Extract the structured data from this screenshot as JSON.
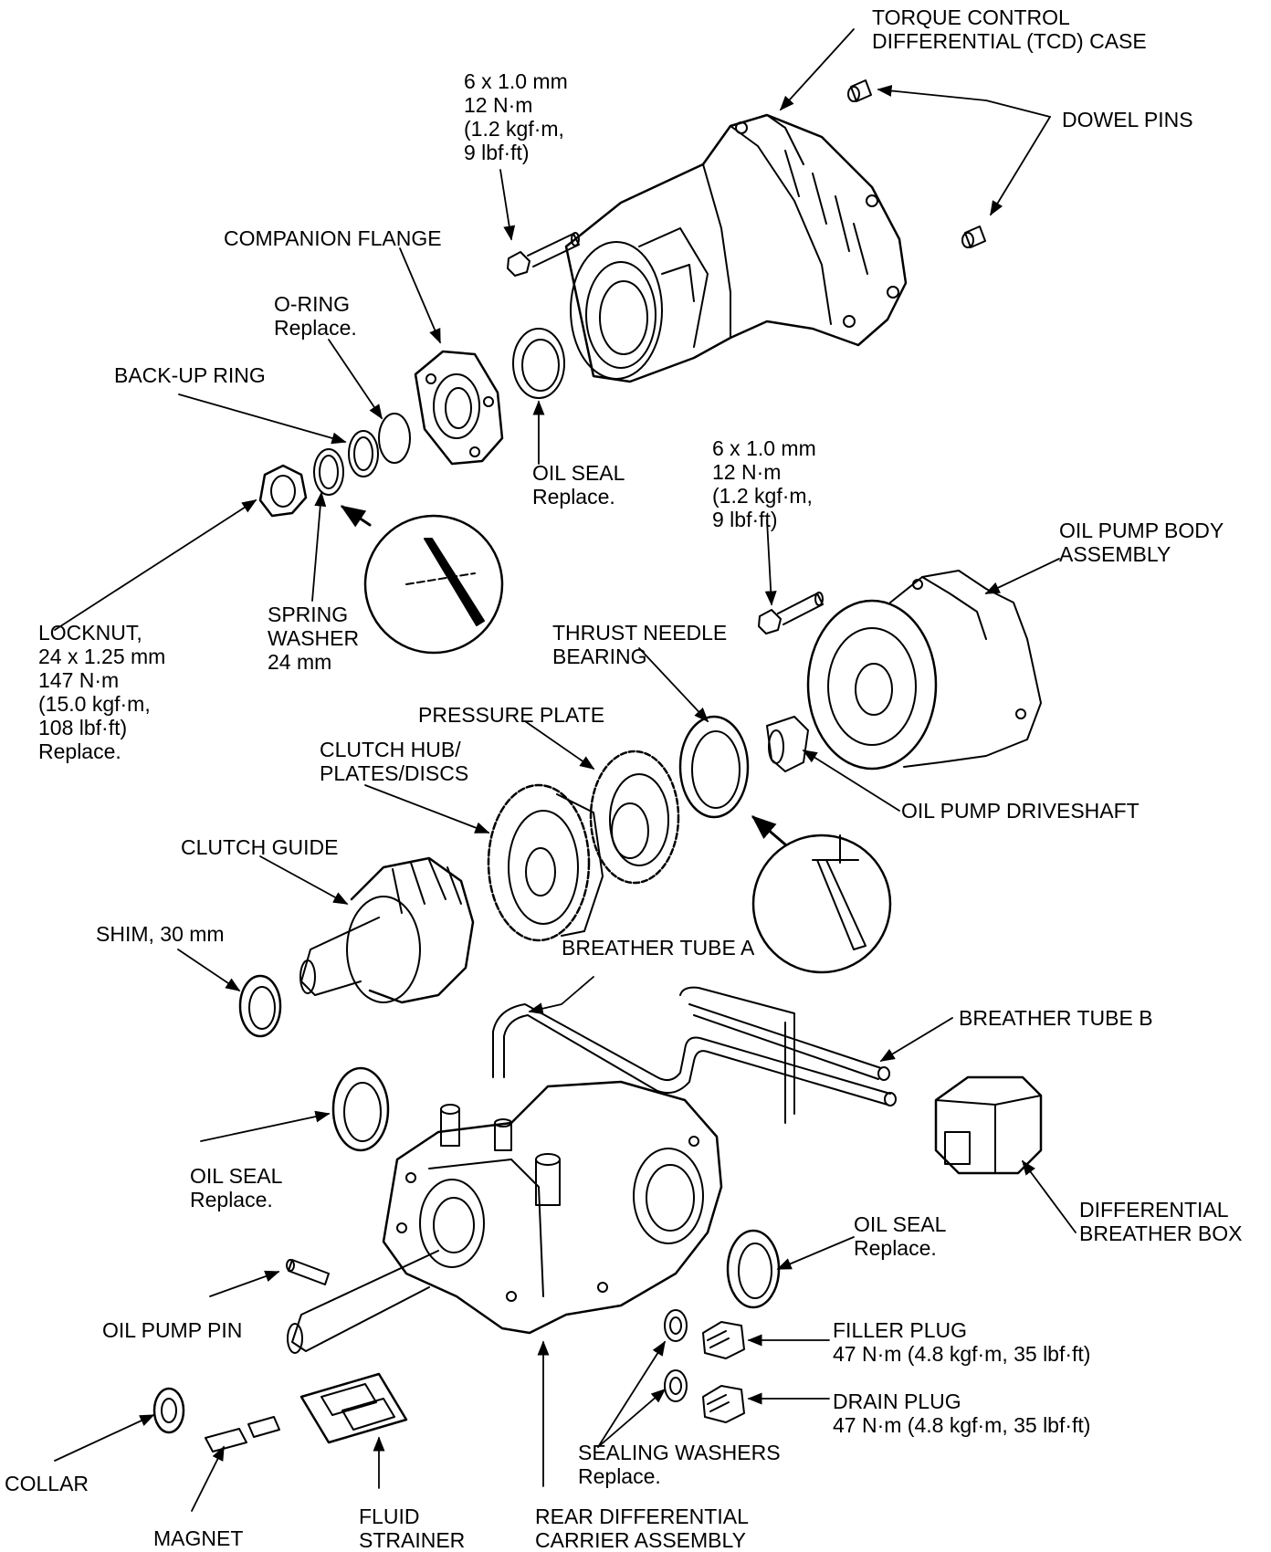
{
  "labels": {
    "tcd_case": [
      "TORQUE CONTROL",
      "DIFFERENTIAL (TCD) CASE"
    ],
    "dowel_pins": [
      "DOWEL PINS"
    ],
    "bolt_top": [
      "6 x 1.0 mm",
      "12 N·m",
      "(1.2 kgf·m,",
      "9 lbf·ft)"
    ],
    "companion_flange": [
      "COMPANION FLANGE"
    ],
    "o_ring": [
      "O-RING",
      "Replace."
    ],
    "back_up_ring": [
      "BACK-UP RING"
    ],
    "oil_seal_top": [
      "OIL SEAL",
      "Replace."
    ],
    "bolt_mid": [
      "6 x 1.0 mm",
      "12 N·m",
      "(1.2 kgf·m,",
      "9 lbf·ft)"
    ],
    "oil_pump_body": [
      "OIL PUMP BODY",
      "ASSEMBLY"
    ],
    "locknut": [
      "LOCKNUT,",
      "24 x 1.25 mm",
      "147 N·m",
      "(15.0 kgf·m,",
      "108 lbf·ft)",
      "Replace."
    ],
    "spring_washer": [
      "SPRING",
      "WASHER",
      "24 mm"
    ],
    "thrust_needle": [
      "THRUST NEEDLE",
      "BEARING"
    ],
    "pressure_plate": [
      "PRESSURE PLATE"
    ],
    "clutch_hub": [
      "CLUTCH HUB/",
      "PLATES/DISCS"
    ],
    "oil_pump_driveshaft": [
      "OIL PUMP DRIVESHAFT"
    ],
    "clutch_guide": [
      "CLUTCH GUIDE"
    ],
    "shim": [
      "SHIM, 30 mm"
    ],
    "breather_tube_a": [
      "BREATHER TUBE A"
    ],
    "breather_tube_b": [
      "BREATHER TUBE B"
    ],
    "oil_seal_left": [
      "OIL SEAL",
      "Replace."
    ],
    "diff_breather_box": [
      "DIFFERENTIAL",
      "BREATHER BOX"
    ],
    "oil_seal_right": [
      "OIL SEAL",
      "Replace."
    ],
    "oil_pump_pin": [
      "OIL PUMP PIN"
    ],
    "filler_plug": [
      "FILLER PLUG",
      "47 N·m (4.8 kgf·m, 35 lbf·ft)"
    ],
    "drain_plug": [
      "DRAIN PLUG",
      "47 N·m (4.8 kgf·m, 35 lbf·ft)"
    ],
    "sealing_washers": [
      "SEALING WASHERS",
      "Replace."
    ],
    "collar": [
      "COLLAR"
    ],
    "magnet": [
      "MAGNET"
    ],
    "fluid_strainer": [
      "FLUID",
      "STRAINER"
    ],
    "rear_diff_carrier": [
      "REAR DIFFERENTIAL",
      "CARRIER ASSEMBLY"
    ]
  }
}
